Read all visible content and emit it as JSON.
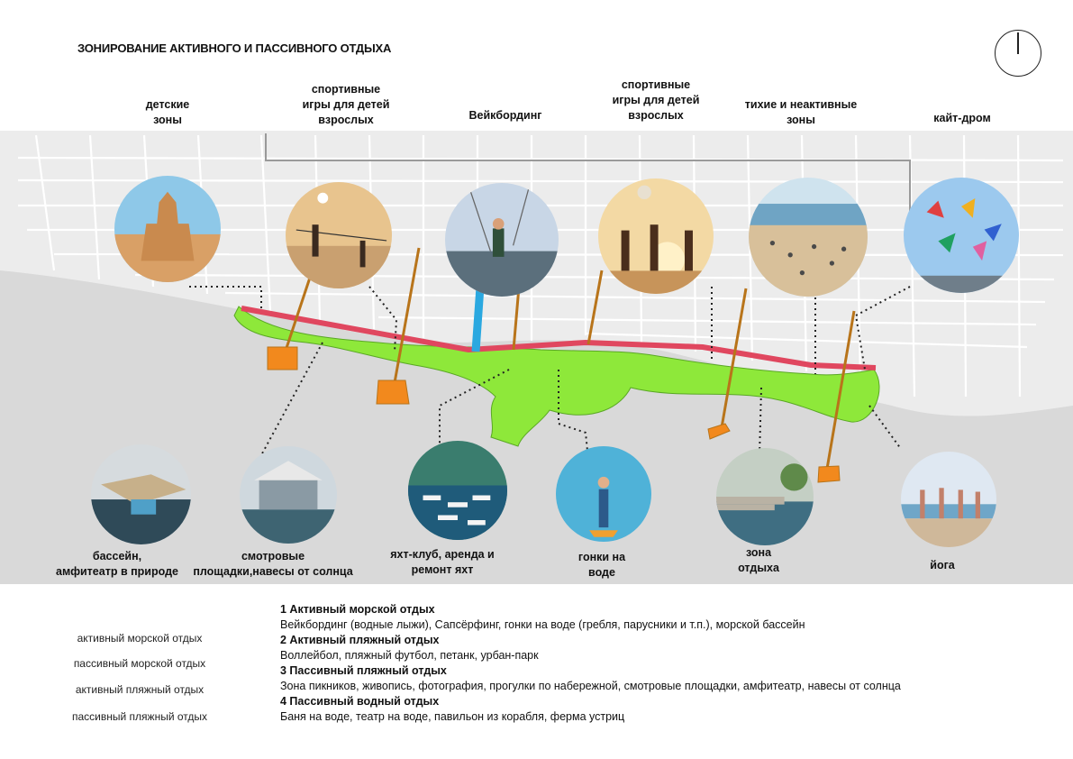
{
  "title": "ЗОНИРОВАНИЕ АКТИВНОГО И ПАССИВНОГО ОТДЫХА",
  "north_arrow": "north-arrow-icon",
  "colors": {
    "map_bg": "#d9d9d9",
    "streets": "#ffffff",
    "park": "#8ee83a",
    "promenade": "#e0475f",
    "markers": "#f2891d",
    "water_channel": "#2aa8e0"
  },
  "top_zones": [
    {
      "label": "детские\nзоны",
      "photo": "sandcastle"
    },
    {
      "label": "спортивные\nигры для детей\nвзрослых",
      "photo": "beach-volleyball"
    },
    {
      "label": "Вейкбординг",
      "photo": "wakeboarding"
    },
    {
      "label": "спортивные\nигры для детей\nвзрослых",
      "photo": "beach-volleyball-sunset"
    },
    {
      "label": "тихие и неактивные\nзоны",
      "photo": "crowded-beach"
    },
    {
      "label": "кайт-дром",
      "photo": "kites"
    }
  ],
  "bottom_zones": [
    {
      "label": "бассейн,\nамфитеатр в природе",
      "photo": "floating-pool"
    },
    {
      "label": "смотровые\nплощадки,навесы от солнца",
      "photo": "viewing-pavilion"
    },
    {
      "label": "яхт-клуб, аренда и\nремонт яхт",
      "photo": "yacht-marina"
    },
    {
      "label": "гонки на\nводе",
      "photo": "paddleboard"
    },
    {
      "label": "зона\nотдыха",
      "photo": "waterfront-steps"
    },
    {
      "label": "йога",
      "photo": "beach-yoga"
    }
  ],
  "legend": [
    "активный морской отдых",
    "пассивный морской отдых",
    "активный пляжный отдых",
    "пассивный пляжный отдых"
  ],
  "descriptions": [
    {
      "heading": "1 Активный морской отдых",
      "text": "Вейкбординг (водные лыжи), Сапсёрфинг, гонки на воде (гребля, парусники и т.п.), морской бассейн"
    },
    {
      "heading": "2 Активный пляжный отдых",
      "text": "Воллейбол, пляжный футбол, петанк, урбан-парк"
    },
    {
      "heading": "3 Пассивный пляжный отдых",
      "text": "Зона пикников, живопись, фотография, прогулки по набережной, смотровые площадки, амфитеатр, навесы от солнца"
    },
    {
      "heading": "4 Пассивный водный отдых",
      "text": "Баня на воде, театр на воде, павильон из корабля, ферма устриц"
    }
  ]
}
